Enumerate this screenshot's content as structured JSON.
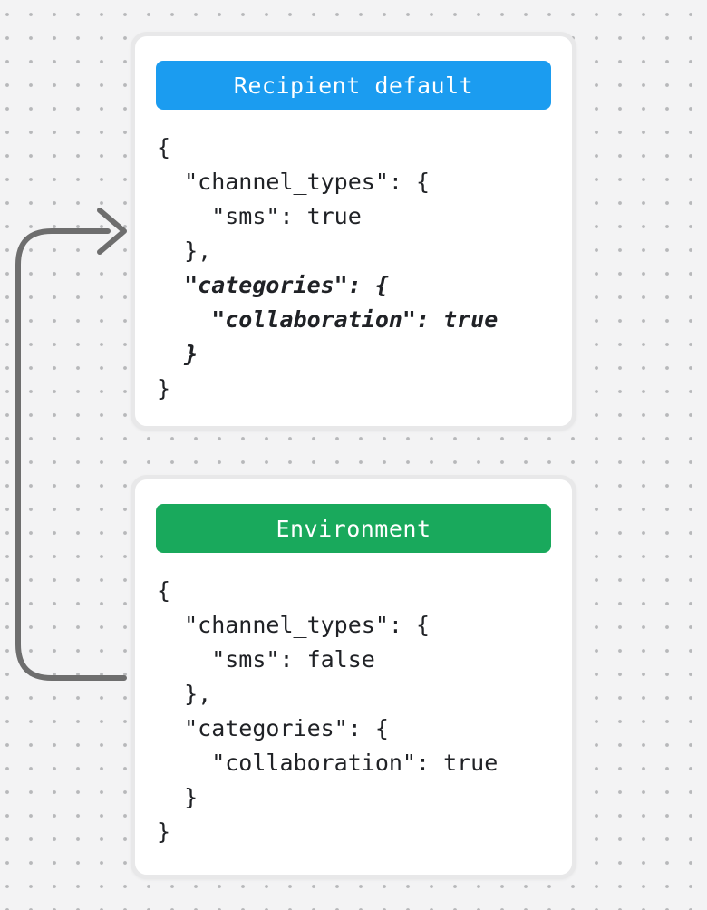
{
  "diagram": {
    "background": {
      "color": "#F3F3F4",
      "dot_color": "#B7B8BA"
    },
    "arrow": {
      "color": "#6E6E6E",
      "direction": "from-environment-to-recipient-default"
    }
  },
  "cards": [
    {
      "title": "Recipient default",
      "title_color": "#1B9CF0",
      "code_lines": [
        {
          "text": "{",
          "style": "regular"
        },
        {
          "text": "  \"channel_types\": {",
          "style": "regular"
        },
        {
          "text": "    \"sms\": true",
          "style": "regular"
        },
        {
          "text": "  },",
          "style": "regular"
        },
        {
          "text": "  \"categories\": {",
          "style": "italic"
        },
        {
          "text": "    \"collaboration\": true",
          "style": "italic"
        },
        {
          "text": "  }",
          "style": "italic"
        },
        {
          "text": "}",
          "style": "regular"
        }
      ]
    },
    {
      "title": "Environment",
      "title_color": "#19A95C",
      "code_lines": [
        {
          "text": "{",
          "style": "regular"
        },
        {
          "text": "  \"channel_types\": {",
          "style": "regular"
        },
        {
          "text": "    \"sms\": false",
          "style": "regular"
        },
        {
          "text": "  },",
          "style": "regular"
        },
        {
          "text": "  \"categories\": {",
          "style": "regular"
        },
        {
          "text": "    \"collaboration\": true",
          "style": "regular"
        },
        {
          "text": "  }",
          "style": "regular"
        },
        {
          "text": "}",
          "style": "regular"
        }
      ]
    }
  ]
}
